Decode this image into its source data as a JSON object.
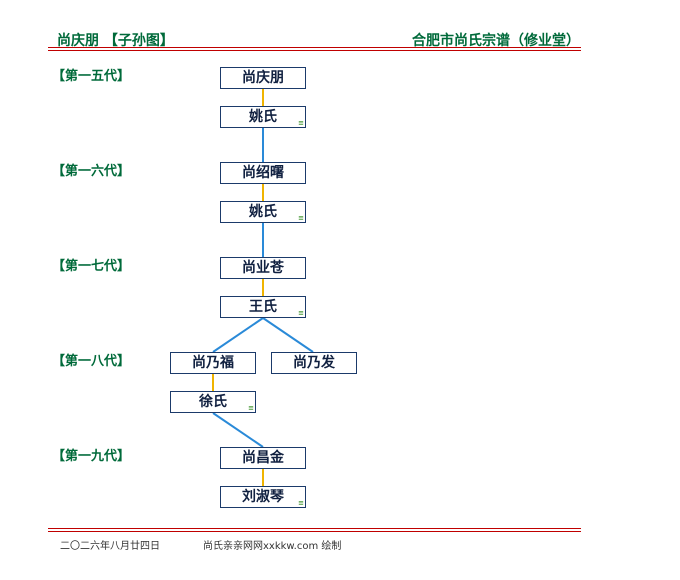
{
  "header": {
    "left_title": "尚庆朋 【子孙图】",
    "right_title": "合肥市尚氏宗谱（修业堂）"
  },
  "generations": [
    {
      "label": "【第一五代】"
    },
    {
      "label": "【第一六代】"
    },
    {
      "label": "【第一七代】"
    },
    {
      "label": "【第一八代】"
    },
    {
      "label": "【第一九代】"
    }
  ],
  "people": {
    "g15_male": "尚庆朋",
    "g15_spouse": "姚氏",
    "g16_male": "尚绍曙",
    "g16_spouse": "姚氏",
    "g17_male": "尚业苍",
    "g17_spouse": "王氏",
    "g18_male_a": "尚乃福",
    "g18_male_b": "尚乃发",
    "g18_spouse_a": "徐氏",
    "g19_male": "尚昌金",
    "g19_spouse": "刘淑琴"
  },
  "spouse_mark": "≡",
  "footer": {
    "date": "二〇二六年八月廿四日",
    "credit": "尚氏亲亲网网xxkkw.com 绘制"
  },
  "colors": {
    "header_green": "#006a3a",
    "rule_red": "#c00000",
    "box_border": "#1b3a6a",
    "marriage_line": "#f0b400",
    "descent_line": "#2a8ad8"
  }
}
